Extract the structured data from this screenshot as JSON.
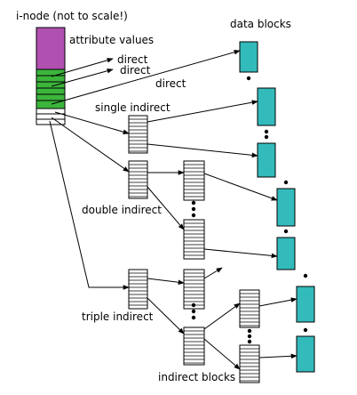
{
  "labels": {
    "inode": "i-node (not to scale!)",
    "attribute_values": "attribute values",
    "direct_1": "direct",
    "direct_2": "direct",
    "direct_3": "direct",
    "single_indirect": "single indirect",
    "double_indirect": "double indirect",
    "triple_indirect": "triple indirect",
    "data_blocks": "data blocks",
    "indirect_blocks": "indirect blocks"
  },
  "colors": {
    "attribute": "#b050b0",
    "direct": "#3bb53b",
    "data_block": "#33bbbb",
    "stroke": "#000000",
    "background": "#ffffff"
  }
}
